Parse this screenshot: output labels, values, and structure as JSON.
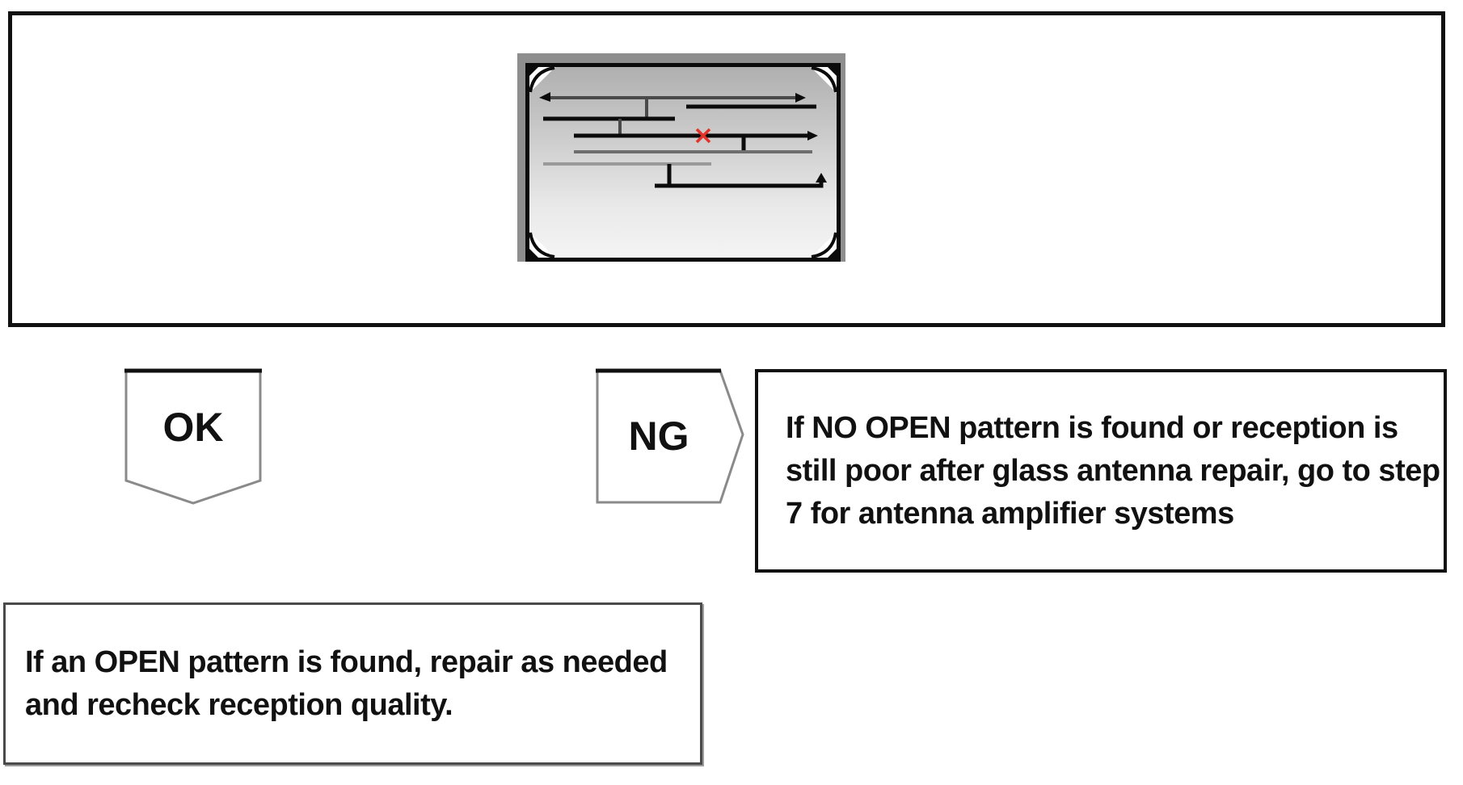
{
  "illustration": {
    "name": "rear-window-glass-antenna-defogger-pattern",
    "open_marker_glyph": "x",
    "open_marker_meaning": "OPEN point on antenna pattern"
  },
  "branches": {
    "ok": {
      "label": "OK",
      "result": "If an OPEN pattern is found, repair as needed and recheck reception quality."
    },
    "ng": {
      "label": "NG",
      "result": "If NO OPEN pattern is found or reception is still poor after glass antenna repair, go to step 7 for antenna amplifier systems"
    }
  },
  "colors": {
    "outline": "#111111",
    "glass_shadow": "#8e8e8e",
    "glass_gradient_top": "#aeaeae",
    "glass_gradient_bottom": "#f5f5f5",
    "antenna_line_dark": "#0b0b0b",
    "antenna_line_gray": "#4a4a4a",
    "antenna_line_light": "#9a9a9a",
    "open_marker_red": "#e53228",
    "connector_stroke": "#8a8a8a",
    "ok_box_border": "#4a4a4a"
  }
}
